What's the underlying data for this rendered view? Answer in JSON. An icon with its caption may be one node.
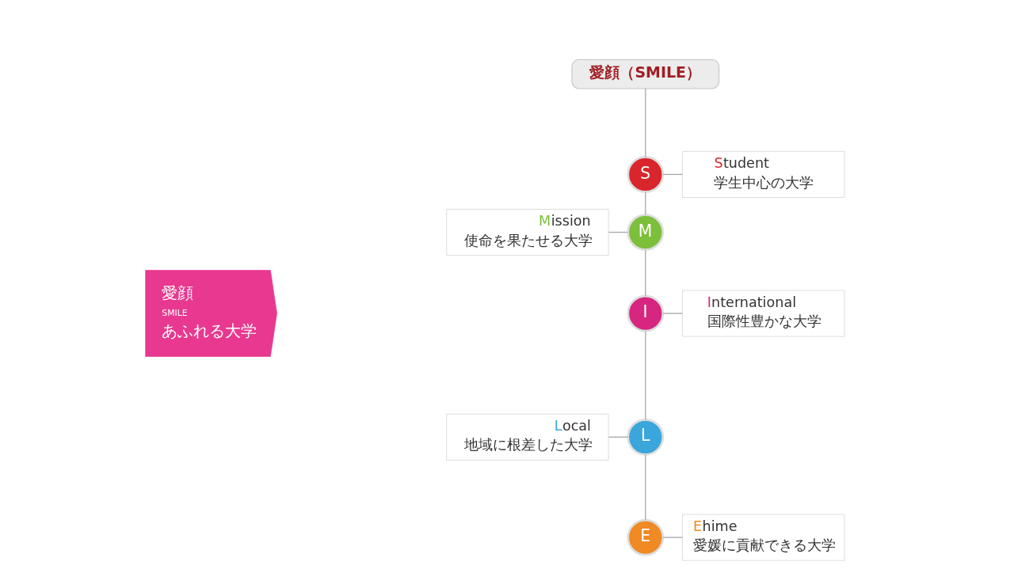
{
  "diagram": {
    "nodes": [
      {
        "text": [
          "愛顔",
          "SMILE",
          "あふれる大学"
        ]
      },
      {
        "text": [
          "愛顔（SMILE）"
        ]
      },
      {
        "text": [
          "S"
        ]
      },
      {
        "text": [
          "Student",
          "学生中心の大学"
        ]
      },
      {
        "text": [
          "M"
        ]
      },
      {
        "text": [
          "Mission",
          "使命を果たせる大学"
        ]
      },
      {
        "text": [
          "I"
        ]
      },
      {
        "text": [
          "International",
          "国際性豊かな大学"
        ]
      },
      {
        "text": [
          "L"
        ]
      },
      {
        "text": [
          "Local",
          "地域に根差した大学"
        ]
      },
      {
        "text": [
          "E"
        ]
      },
      {
        "text": [
          "Ehime",
          "愛媛に貢献できる大学"
        ]
      }
    ],
    "edges": [
      {
        "from": 1,
        "to": 2,
        "arrow": "none"
      },
      {
        "from": 2,
        "to": 3,
        "arrow": "none"
      },
      {
        "from": 2,
        "to": 4,
        "arrow": "none"
      },
      {
        "from": 4,
        "to": 5,
        "arrow": "none"
      },
      {
        "from": 4,
        "to": 6,
        "arrow": "none"
      },
      {
        "from": 6,
        "to": 7,
        "arrow": "none"
      },
      {
        "from": 6,
        "to": 8,
        "arrow": "none"
      },
      {
        "from": 8,
        "to": 9,
        "arrow": "none"
      },
      {
        "from": 8,
        "to": 10,
        "arrow": "none"
      },
      {
        "from": 10,
        "to": 11,
        "arrow": "none"
      }
    ]
  }
}
